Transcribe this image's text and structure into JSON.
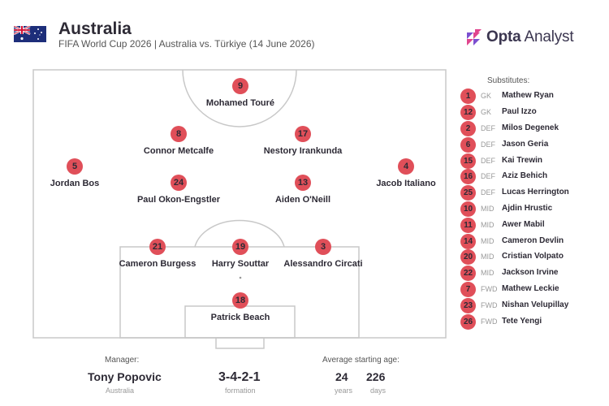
{
  "header": {
    "team": "Australia",
    "match_info": "FIFA World Cup 2026 | Australia vs. Türkiye (14 June 2026)",
    "brand_name": "Opta",
    "brand_suffix": "Analyst"
  },
  "colors": {
    "badge": "#e04f59",
    "pitch_lines": "#c8c8c8",
    "text": "#2d2a35",
    "flag_blue": "#1d2e7a"
  },
  "lineup": [
    {
      "number": "9",
      "name": "Mohamed Touré"
    },
    {
      "number": "8",
      "name": "Connor Metcalfe"
    },
    {
      "number": "17",
      "name": "Nestory Irankunda"
    },
    {
      "number": "5",
      "name": "Jordan Bos"
    },
    {
      "number": "4",
      "name": "Jacob Italiano"
    },
    {
      "number": "24",
      "name": "Paul Okon-Engstler"
    },
    {
      "number": "13",
      "name": "Aiden O'Neill"
    },
    {
      "number": "21",
      "name": "Cameron Burgess"
    },
    {
      "number": "19",
      "name": "Harry Souttar"
    },
    {
      "number": "3",
      "name": "Alessandro Circati"
    },
    {
      "number": "18",
      "name": "Patrick Beach"
    }
  ],
  "substitutes_title": "Substitutes:",
  "substitutes": [
    {
      "number": "1",
      "pos": "GK",
      "name": "Mathew Ryan"
    },
    {
      "number": "12",
      "pos": "GK",
      "name": "Paul Izzo"
    },
    {
      "number": "2",
      "pos": "DEF",
      "name": "Milos Degenek"
    },
    {
      "number": "6",
      "pos": "DEF",
      "name": "Jason Geria"
    },
    {
      "number": "15",
      "pos": "DEF",
      "name": "Kai Trewin"
    },
    {
      "number": "16",
      "pos": "DEF",
      "name": "Aziz Behich"
    },
    {
      "number": "25",
      "pos": "DEF",
      "name": "Lucas Herrington"
    },
    {
      "number": "10",
      "pos": "MID",
      "name": "Ajdin Hrustic"
    },
    {
      "number": "11",
      "pos": "MID",
      "name": "Awer Mabil"
    },
    {
      "number": "14",
      "pos": "MID",
      "name": "Cameron Devlin"
    },
    {
      "number": "20",
      "pos": "MID",
      "name": "Cristian Volpato"
    },
    {
      "number": "22",
      "pos": "MID",
      "name": "Jackson Irvine"
    },
    {
      "number": "7",
      "pos": "FWD",
      "name": "Mathew Leckie"
    },
    {
      "number": "23",
      "pos": "FWD",
      "name": "Nishan Velupillay"
    },
    {
      "number": "26",
      "pos": "FWD",
      "name": "Tete Yengi"
    }
  ],
  "footer": {
    "manager_label": "Manager:",
    "manager_name": "Tony Popovic",
    "manager_country": "Australia",
    "formation": "3-4-2-1",
    "formation_label": "formation",
    "age_label": "Average starting age:",
    "age_years": "24",
    "years_label": "years",
    "age_days": "226",
    "days_label": "days"
  }
}
